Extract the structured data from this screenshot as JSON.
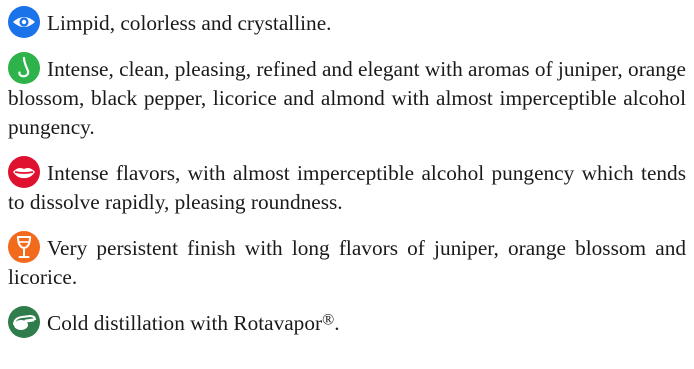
{
  "notes": [
    {
      "icon": "eye-icon",
      "color": "#1a73e8",
      "text": "Limpid, colorless and crystalline."
    },
    {
      "icon": "nose-icon",
      "color": "#2db34a",
      "text": "Intense, clean, pleasing, refined and elegant with aromas of juniper, orange blossom, black pepper, licorice and almond with almost imperceptible alcohol pungency."
    },
    {
      "icon": "mouth-icon",
      "color": "#e0102f",
      "text": "Intense flavors, with almost imperceptible alcohol pungency which tends to dissolve rapidly, pleasing roundness."
    },
    {
      "icon": "wine-glass-icon",
      "color": "#f26a1b",
      "text": "Very persistent finish with long flavors of juniper, orange blossom and licorice."
    },
    {
      "icon": "distillation-icon",
      "color": "#2f7d4a",
      "text_main": "Cold distillation with Rotavapor",
      "text_mark": "®",
      "text_end": "."
    }
  ]
}
